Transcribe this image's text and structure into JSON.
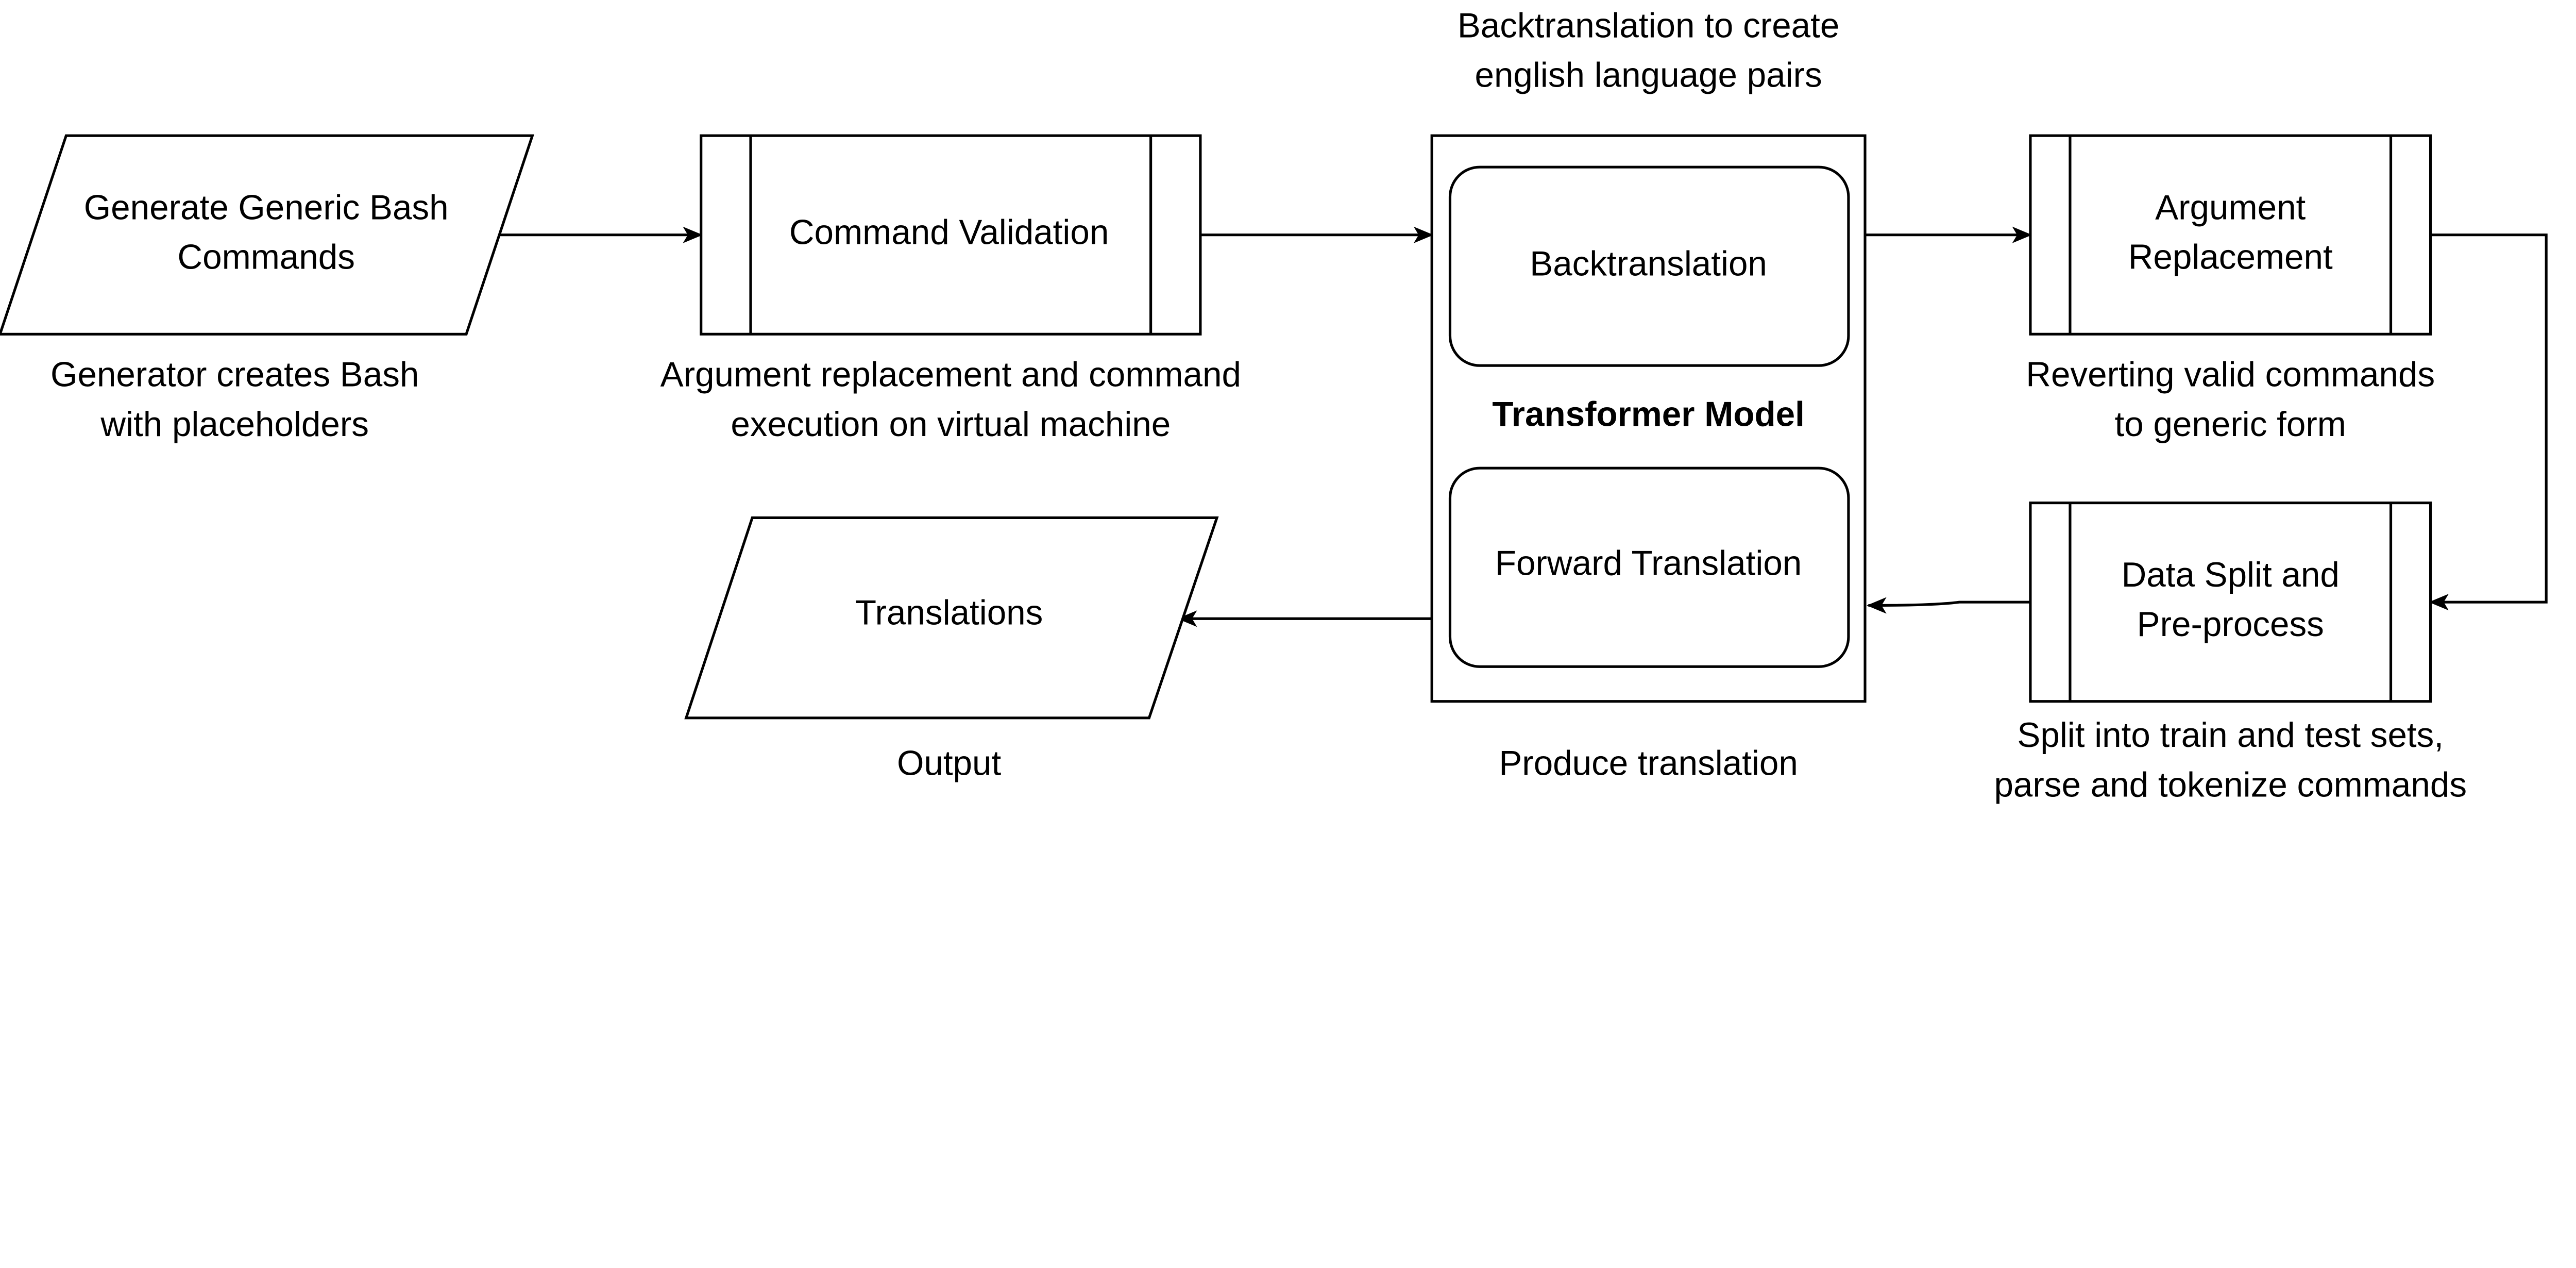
{
  "nodes": {
    "generate": {
      "lines": [
        "Generate Generic Bash",
        "Commands"
      ],
      "caption": [
        "Generator creates Bash",
        "with placeholders"
      ]
    },
    "validation": {
      "lines": [
        "Command Validation"
      ],
      "caption": [
        "Argument replacement and command",
        "execution on virtual machine"
      ]
    },
    "transformer": {
      "title": "Transformer Model",
      "caption_top": [
        "Backtranslation to create",
        "english language pairs"
      ],
      "caption_bottom": "Produce translation",
      "backtranslation": "Backtranslation",
      "forward": "Forward Translation"
    },
    "argument": {
      "lines": [
        "Argument",
        "Replacement"
      ],
      "caption": [
        "Reverting valid commands",
        "to generic form"
      ]
    },
    "split": {
      "lines": [
        "Data Split and",
        "Pre-process"
      ],
      "caption": [
        "Split into train and test sets,",
        "parse and tokenize commands"
      ]
    },
    "output": {
      "lines": [
        "Translations"
      ],
      "caption": [
        "Output"
      ]
    }
  }
}
